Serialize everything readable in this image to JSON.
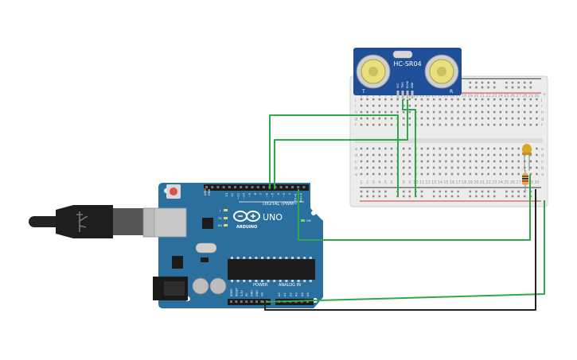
{
  "board": {
    "name": "UNO",
    "logo_text": "ARDUINO",
    "digital_label": "DIGITAL (PWM~)",
    "power_label": "POWER",
    "analog_label": "ANALOG IN",
    "on_label": "ON",
    "tx_label": "TX",
    "rx_label": "RX",
    "l_label": "L",
    "aref_label": "AREF",
    "gnd_label": "GND",
    "digital_pins": [
      "13",
      "12",
      "~11",
      "~10",
      "~9",
      "8",
      "7",
      "~6",
      "~5",
      "4",
      "~3",
      "2",
      "TX→1",
      "RX←0"
    ],
    "power_pins": [
      "IOREF",
      "RESET",
      "3.3V",
      "5V",
      "GND",
      "GND",
      "Vin"
    ],
    "analog_pins": [
      "A0",
      "A1",
      "A2",
      "A3",
      "A4",
      "A5"
    ],
    "color": "#2a6f9e"
  },
  "sensor": {
    "name": "HC-SR04",
    "pins": [
      "VCC",
      "TRIG",
      "ECHO",
      "GND"
    ],
    "t_label": "T",
    "r_label": "R",
    "color": "#1f4f99"
  },
  "breadboard": {
    "columns": [
      "1",
      "2",
      "3",
      "4",
      "5",
      "6",
      "7",
      "8",
      "9",
      "10",
      "11",
      "12",
      "13",
      "14",
      "15",
      "16",
      "17",
      "18",
      "19",
      "20",
      "21",
      "22",
      "23",
      "24",
      "25",
      "26",
      "27",
      "28",
      "29",
      "30"
    ],
    "rows_top": [
      "j",
      "i",
      "h",
      "g",
      "f"
    ],
    "rows_bottom": [
      "e",
      "d",
      "c",
      "b",
      "a"
    ],
    "plus": "+",
    "minus": "-"
  },
  "led": {
    "color": "#d8a829"
  },
  "wires": {
    "green": "#2fa84a",
    "black": "#222222"
  }
}
